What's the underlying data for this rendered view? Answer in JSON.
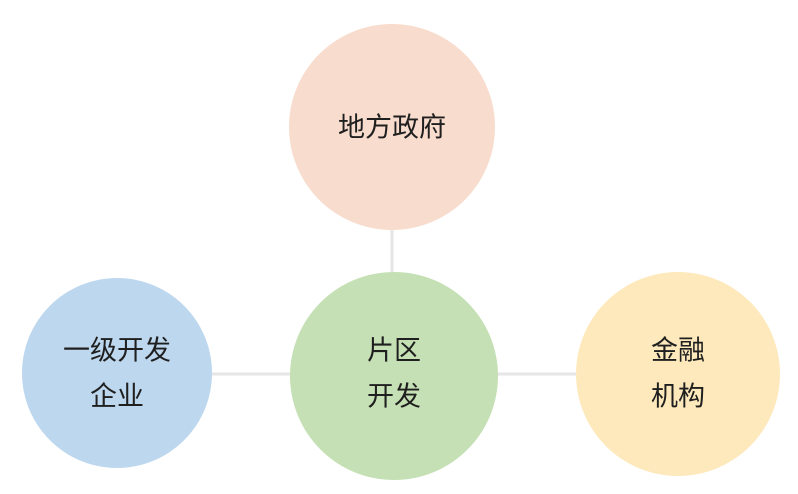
{
  "diagram": {
    "nodes": [
      {
        "id": "top",
        "lines": [
          "地方政府"
        ],
        "color": "#f8dccd"
      },
      {
        "id": "center",
        "lines": [
          "片区",
          "开发"
        ],
        "color": "#c5e0b4"
      },
      {
        "id": "left",
        "lines": [
          "一级开发",
          "企业"
        ],
        "color": "#bdd7ee"
      },
      {
        "id": "right",
        "lines": [
          "金融",
          "机构"
        ],
        "color": "#fde9bc"
      }
    ]
  }
}
